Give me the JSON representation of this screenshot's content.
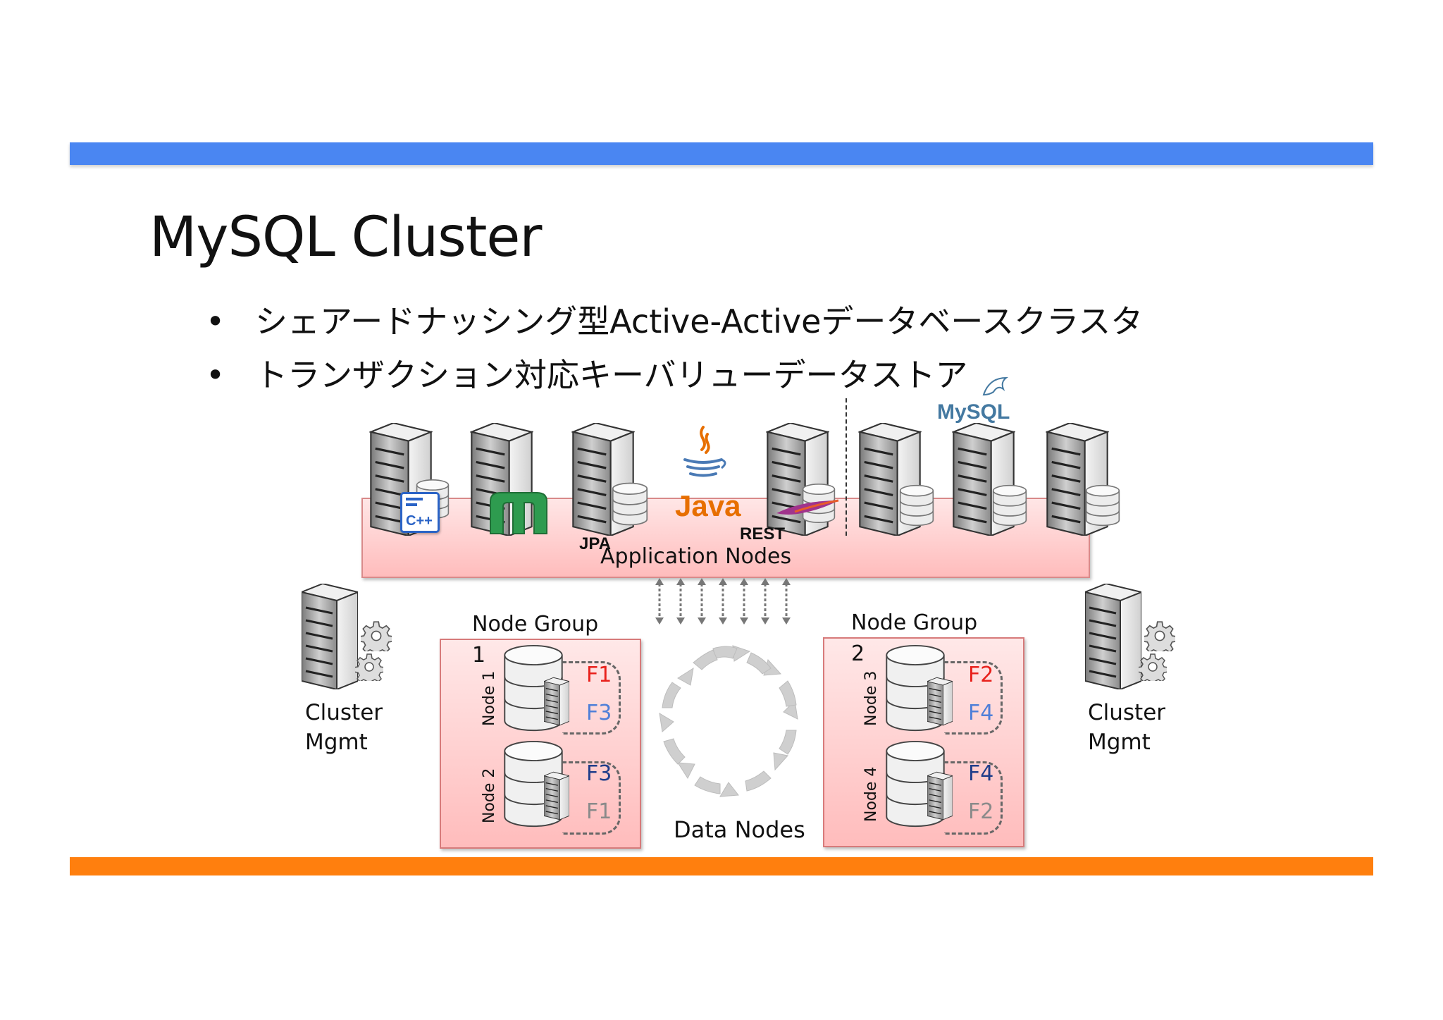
{
  "slide": {
    "title": "MySQL Cluster",
    "bullet_char": "•",
    "bullets": [
      "シェアードナッシング型Active-Activeデータベースクラスタ",
      "トランザクション対応キーバリューデータストア"
    ]
  },
  "colors": {
    "top_bar": "#4a86f2",
    "bottom_bar": "#ff7f0e",
    "frag_red": "#e8211c",
    "frag_blue": "#4f7fd8",
    "frag_navy": "#1f3d8a",
    "frag_gray": "#8a8a8a"
  },
  "diagram": {
    "mysql_logo": "MySQL",
    "java_logo": "Java",
    "cpp_icon": "C++",
    "labels": {
      "jpa": "JPA",
      "rest": "REST",
      "app_nodes": "Application Nodes",
      "data_nodes": "Data Nodes"
    },
    "node_groups": [
      {
        "title": "Node Group",
        "number": "1",
        "nodes": [
          {
            "label": "Node 1",
            "fragments": [
              "F1",
              "F3"
            ]
          },
          {
            "label": "Node 2",
            "fragments": [
              "F3",
              "F1"
            ]
          }
        ]
      },
      {
        "title": "Node Group",
        "number": "2",
        "nodes": [
          {
            "label": "Node 3",
            "fragments": [
              "F2",
              "F4"
            ]
          },
          {
            "label": "Node 4",
            "fragments": [
              "F4",
              "F2"
            ]
          }
        ]
      }
    ],
    "mgmt_left": {
      "line1": "Cluster",
      "line2": "Mgmt"
    },
    "mgmt_right": {
      "line1": "Cluster",
      "line2": "Mgmt"
    }
  }
}
